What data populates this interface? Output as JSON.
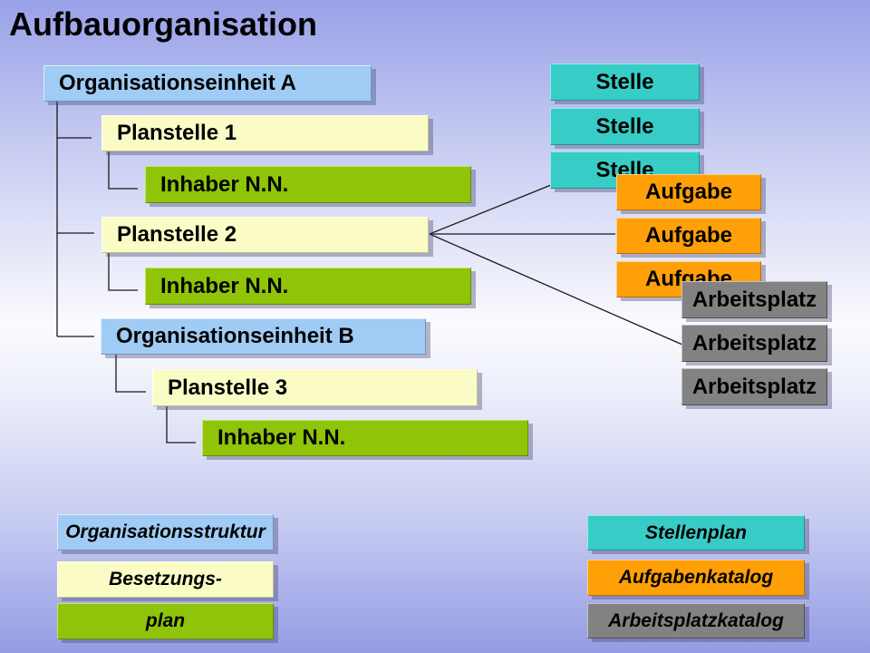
{
  "title": "Aufbauorganisation",
  "colors": {
    "background_top": "#99a1e8",
    "background_middle": "#fbfbfe",
    "background_bottom": "#959ce4",
    "org_unit_blue": "#a0cbf4",
    "planstelle_yellow": "#fbfcc5",
    "inhaber_green": "#8fc408",
    "stelle_teal": "#38ccc6",
    "aufgabe_orange": "#ffa008",
    "arbeitsplatz_gray": "#828282",
    "connector_line": "#1a1a1a",
    "text": "#000000"
  },
  "tree": [
    {
      "label": "Organisationseinheit A"
    },
    {
      "label": "Planstelle 1"
    },
    {
      "label": "Inhaber N.N."
    },
    {
      "label": "Planstelle 2"
    },
    {
      "label": "Inhaber N.N."
    },
    {
      "label": "Organisationseinheit B"
    },
    {
      "label": "Planstelle 3"
    },
    {
      "label": "Inhaber N.N."
    }
  ],
  "stacks": {
    "stelle": [
      "Stelle",
      "Stelle",
      "Stelle"
    ],
    "aufgabe": [
      "Aufgabe",
      "Aufgabe",
      "Aufgabe"
    ],
    "arbeitsplatz": [
      "Arbeitsplatz",
      "Arbeitsplatz",
      "Arbeitsplatz"
    ]
  },
  "legend": {
    "left": [
      "Organisationsstruktur",
      "Besetzungs-",
      "plan"
    ],
    "right": [
      "Stellenplan",
      "Aufgabenkatalog",
      "Arbeitsplatzkatalog"
    ]
  }
}
